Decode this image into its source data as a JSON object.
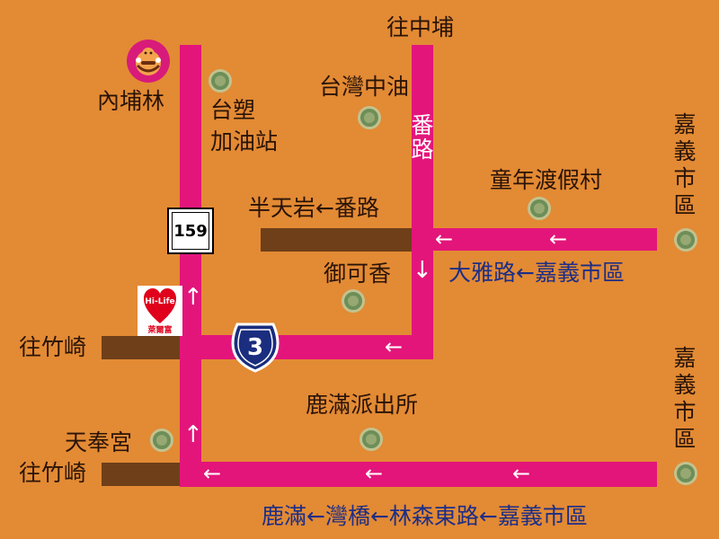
{
  "map": {
    "labels": {
      "to_zhongpu": "往中埔",
      "neipulin": "內埔林",
      "formosa_gas_line1": "台塑",
      "formosa_gas_line2": "加油站",
      "cpc_gas": "台灣中油",
      "fanlu_road": "番路",
      "childhood_resort": "童年渡假村",
      "chiayi_city_top": "嘉義市區",
      "bantianyan": "半天岩←番路",
      "yukexiang": "御可香",
      "daya_road": "大雅路←嘉義市區",
      "to_zhuqi_upper": "往竹崎",
      "lukou_police": "鹿滿派出所",
      "chiayi_city_bottom": "嘉義市區",
      "tianfeng_temple": "天奉宮",
      "to_zhuqi_lower": "往竹崎",
      "bottom_route": "鹿滿←灣橋←林森東路←嘉義市區"
    },
    "signs": {
      "county_road": "159",
      "provincial_highway": "3",
      "store_logo": "Hi-Life",
      "store_name": "萊爾富"
    },
    "arrows": {
      "left": "←",
      "down": "↓",
      "up": "↑"
    },
    "colors": {
      "background": "#E38A34",
      "road": "#E3157A",
      "side_road": "#6E3F19",
      "route_text": "#1D2E86",
      "highway_shield": "#1A2D7E",
      "landmark": "#6D8E58"
    },
    "icons": [
      "start-mascot-icon",
      "landmark-dot-icon",
      "route-159-sign-icon",
      "highway-3-shield-icon",
      "hilife-store-icon"
    ]
  }
}
